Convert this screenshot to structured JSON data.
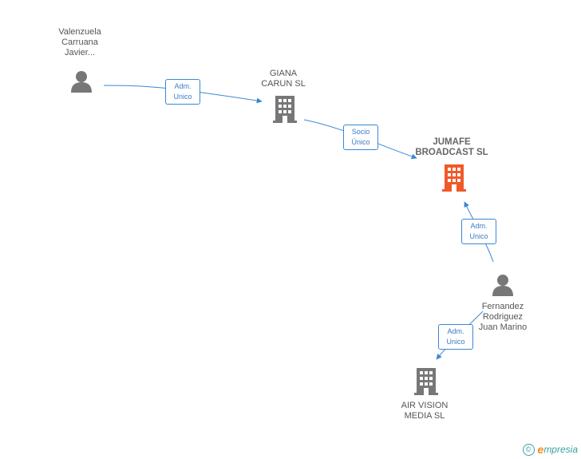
{
  "nodes": {
    "valenzuela": {
      "label": "Valenzuela\nCarruana\nJavier...",
      "type": "person"
    },
    "giana": {
      "label": "GIANA\nCARUN SL",
      "type": "company"
    },
    "jumafe": {
      "label": "JUMAFE\nBROADCAST SL",
      "type": "company-main"
    },
    "fernandez": {
      "label": "Fernandez\nRodriguez\nJuan Marino",
      "type": "person"
    },
    "airvision": {
      "label": "AIR VISION\nMEDIA SL",
      "type": "company"
    }
  },
  "edges": [
    {
      "from": "valenzuela",
      "to": "giana",
      "label": "Adm.\nUnico"
    },
    {
      "from": "giana",
      "to": "jumafe",
      "label": "Socio\nÚnico"
    },
    {
      "from": "fernandez",
      "to": "jumafe",
      "label": "Adm.\nUnico"
    },
    {
      "from": "fernandez",
      "to": "airvision",
      "label": "Adm.\nUnico"
    }
  ],
  "colors": {
    "edge": "#3a87d6",
    "icon": "#777777",
    "main_icon": "#f0592a"
  },
  "icons": {
    "person": "person-icon",
    "company": "building-icon"
  },
  "brand": {
    "copyright": "©",
    "e": "e",
    "rest": "mpresia"
  }
}
